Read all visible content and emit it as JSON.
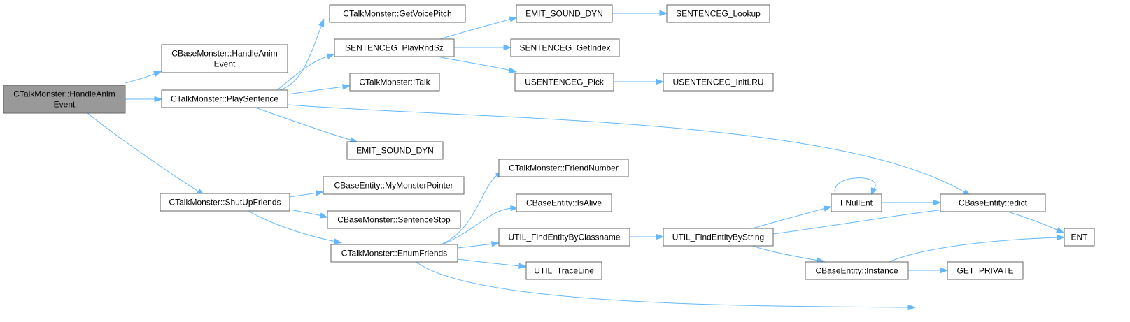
{
  "diagram": {
    "type": "call-graph",
    "colors": {
      "edge": "#63b8ff",
      "node_fill": "#ffffff",
      "node_border": "#666666",
      "root_fill": "#999999"
    },
    "nodes": [
      {
        "id": "root",
        "lines": [
          "CTalkMonster::HandleAnim",
          "Event"
        ],
        "highlight": true
      },
      {
        "id": "base_handle",
        "lines": [
          "CBaseMonster::HandleAnim",
          "Event"
        ]
      },
      {
        "id": "play_sentence",
        "lines": [
          "CTalkMonster::PlaySentence"
        ]
      },
      {
        "id": "shutup",
        "lines": [
          "CTalkMonster::ShutUpFriends"
        ]
      },
      {
        "id": "voice_pitch",
        "lines": [
          "CTalkMonster::GetVoicePitch"
        ]
      },
      {
        "id": "play_rnd",
        "lines": [
          "SENTENCEG_PlayRndSz"
        ]
      },
      {
        "id": "talk",
        "lines": [
          "CTalkMonster::Talk"
        ]
      },
      {
        "id": "emit1",
        "lines": [
          "EMIT_SOUND_DYN"
        ]
      },
      {
        "id": "emit2",
        "lines": [
          "EMIT_SOUND_DYN"
        ]
      },
      {
        "id": "getindex",
        "lines": [
          "SENTENCEG_GetIndex"
        ]
      },
      {
        "id": "usentence_pick",
        "lines": [
          "USENTENCEG_Pick"
        ]
      },
      {
        "id": "lookup",
        "lines": [
          "SENTENCEG_Lookup"
        ]
      },
      {
        "id": "initlru",
        "lines": [
          "USENTENCEG_InitLRU"
        ]
      },
      {
        "id": "mymonster",
        "lines": [
          "CBaseEntity::MyMonsterPointer"
        ]
      },
      {
        "id": "sentencestop",
        "lines": [
          "CBaseMonster::SentenceStop"
        ]
      },
      {
        "id": "enumfriends",
        "lines": [
          "CTalkMonster::EnumFriends"
        ]
      },
      {
        "id": "friendnumber",
        "lines": [
          "CTalkMonster::FriendNumber"
        ]
      },
      {
        "id": "isalive",
        "lines": [
          "CBaseEntity::IsAlive"
        ]
      },
      {
        "id": "findbyclass",
        "lines": [
          "UTIL_FindEntityByClassname"
        ]
      },
      {
        "id": "traceline",
        "lines": [
          "UTIL_TraceLine"
        ]
      },
      {
        "id": "findbystring",
        "lines": [
          "UTIL_FindEntityByString"
        ]
      },
      {
        "id": "fnullent",
        "lines": [
          "FNullEnt"
        ]
      },
      {
        "id": "instance",
        "lines": [
          "CBaseEntity::Instance"
        ]
      },
      {
        "id": "edict",
        "lines": [
          "CBaseEntity::edict"
        ]
      },
      {
        "id": "getprivate",
        "lines": [
          "GET_PRIVATE"
        ]
      },
      {
        "id": "ent",
        "lines": [
          "ENT"
        ]
      }
    ],
    "edges": [
      [
        "root",
        "base_handle"
      ],
      [
        "root",
        "play_sentence"
      ],
      [
        "root",
        "shutup"
      ],
      [
        "play_sentence",
        "voice_pitch"
      ],
      [
        "play_sentence",
        "play_rnd"
      ],
      [
        "play_sentence",
        "talk"
      ],
      [
        "play_sentence",
        "emit2"
      ],
      [
        "play_sentence",
        "edict"
      ],
      [
        "play_rnd",
        "emit1"
      ],
      [
        "play_rnd",
        "getindex"
      ],
      [
        "play_rnd",
        "usentence_pick"
      ],
      [
        "emit1",
        "lookup"
      ],
      [
        "usentence_pick",
        "initlru"
      ],
      [
        "shutup",
        "mymonster"
      ],
      [
        "shutup",
        "sentencestop"
      ],
      [
        "shutup",
        "enumfriends"
      ],
      [
        "enumfriends",
        "friendnumber"
      ],
      [
        "enumfriends",
        "isalive"
      ],
      [
        "enumfriends",
        "findbyclass"
      ],
      [
        "enumfriends",
        "traceline"
      ],
      [
        "enumfriends",
        "ent"
      ],
      [
        "findbyclass",
        "findbystring"
      ],
      [
        "findbystring",
        "fnullent"
      ],
      [
        "findbystring",
        "edict"
      ],
      [
        "findbystring",
        "instance"
      ],
      [
        "fnullent",
        "fnullent"
      ],
      [
        "fnullent",
        "edict"
      ],
      [
        "edict",
        "ent"
      ],
      [
        "instance",
        "ent"
      ],
      [
        "instance",
        "getprivate"
      ]
    ]
  }
}
